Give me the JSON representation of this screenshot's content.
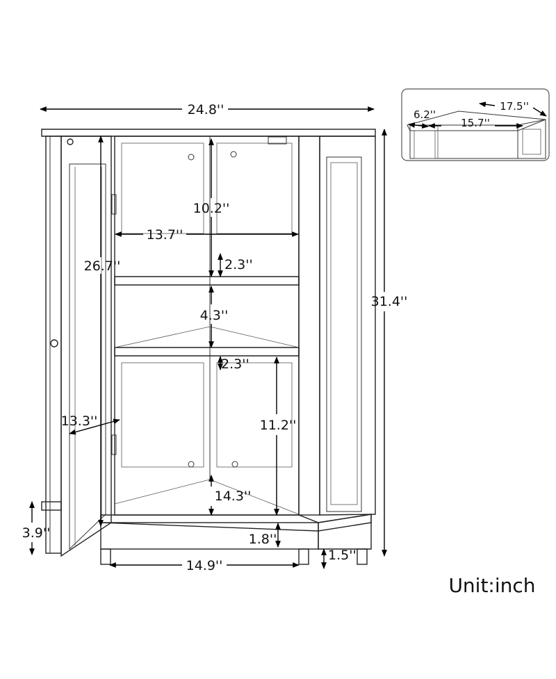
{
  "dimensions": {
    "top_width": "24.8''",
    "total_height": "31.4''",
    "door_height": "26.7''",
    "door_width": "13.3''",
    "upper_shelf_height": "10.2''",
    "shelf_width": "13.7''",
    "upper_shelf_gap": "2.3''",
    "middle_shelf_height": "4.3''",
    "lower_shelf_gap": "2.3''",
    "lower_compartment_height": "11.2''",
    "bottom_depth": "14.3''",
    "base_height": "1.8''",
    "base_width": "14.9''",
    "leg_height": "1.5''",
    "door_bottom_height": "3.9''"
  },
  "inset": {
    "side_width": "17.5''",
    "front_width": "15.7''",
    "angle_side": "6.2''"
  },
  "unit_label": "Unit:inch"
}
